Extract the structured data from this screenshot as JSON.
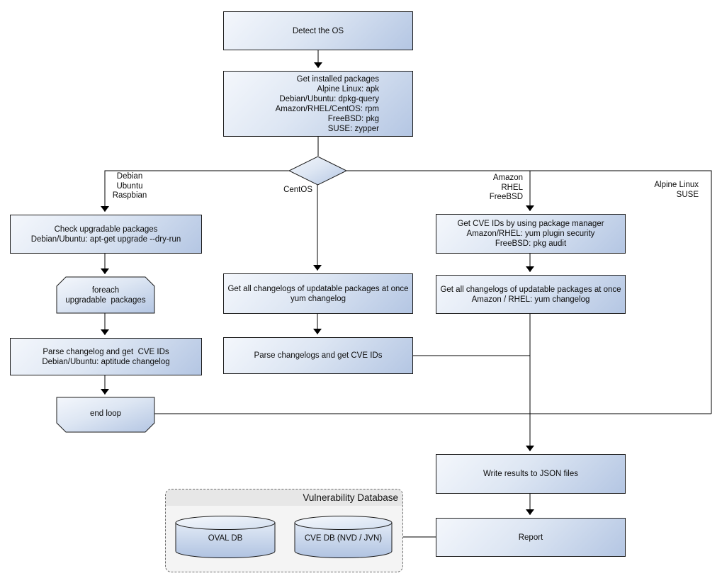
{
  "nodes": {
    "detect_os": {
      "label": "Detect the OS"
    },
    "get_installed_packages": {
      "label": "Get installed packages\nAlpine Linux: apk\nDebian/Ubuntu: dpkg-query\nAmazon/RHEL/CentOS: rpm\nFreeBSD: pkg\nSUSE: zypper"
    },
    "check_upgradable": {
      "label": "Check upgradable packages\nDebian/Ubuntu: apt-get upgrade --dry-run"
    },
    "foreach_loop": {
      "label": "foreach\nupgradable  packages"
    },
    "parse_changelog_deb": {
      "label": "Parse changelog and get  CVE IDs\nDebian/Ubuntu: aptitude changelog"
    },
    "end_loop": {
      "label": "end loop"
    },
    "get_changelogs_centos": {
      "label": "Get all changelogs of updatable packages at once\nyum changelog"
    },
    "parse_changelogs_centos": {
      "label": "Parse changelogs and get CVE IDs"
    },
    "get_cve_ids_pkg_mgr": {
      "label": "Get CVE IDs by using package manager\nAmazon/RHEL: yum plugin security\nFreeBSD: pkg audit"
    },
    "get_changelogs_amazon": {
      "label": "Get all changelogs of updatable packages at once\nAmazon / RHEL: yum changelog"
    },
    "write_results": {
      "label": "Write results to JSON files"
    },
    "report": {
      "label": "Report"
    }
  },
  "edge_labels": {
    "debian": "Debian\nUbuntu\nRaspbian",
    "centos": "CentOS",
    "amazon": "Amazon\nRHEL\nFreeBSD",
    "alpine": "Alpine Linux\nSUSE"
  },
  "database_group": {
    "title": "Vulnerability Database",
    "oval_db": "OVAL DB",
    "cve_db": "CVE DB (NVD / JVN)"
  },
  "colors": {
    "node_fill_light": "#f4f7fc",
    "node_fill_dark": "#b4c6e3",
    "node_border": "#1b1b1b",
    "connector": "#000000",
    "group_fill": "#f4f4f4",
    "group_header_fill": "#e7e7e7",
    "group_border": "#6b6b6b"
  }
}
